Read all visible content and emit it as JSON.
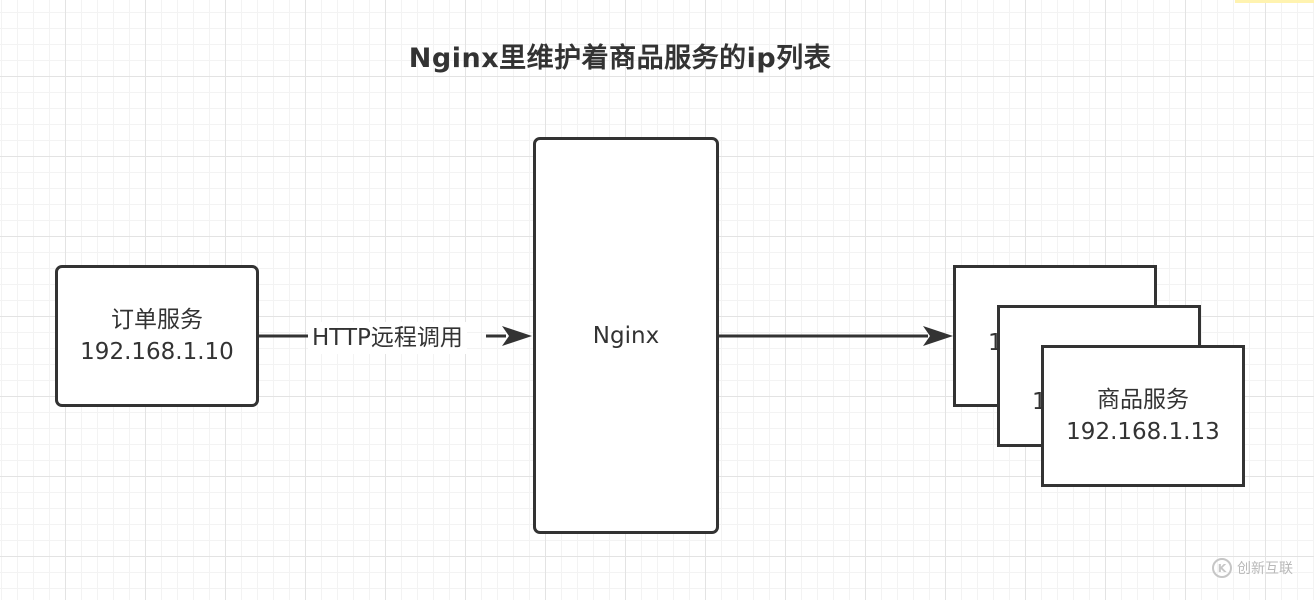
{
  "title": "Nginx里维护着商品服务的ip列表",
  "nodes": {
    "order": {
      "line1": "订单服务",
      "line2": "192.168.1.10"
    },
    "nginx": {
      "label": "Nginx"
    },
    "product_a": {
      "line2_visible": "1"
    },
    "product_b": {
      "line2_visible": "1"
    },
    "product_c": {
      "line1": "商品服务",
      "line2": "192.168.1.13"
    }
  },
  "edges": {
    "order_to_nginx": {
      "label": "HTTP远程调用"
    },
    "nginx_to_products": {
      "label": ""
    }
  },
  "watermark": {
    "text": "创新互联",
    "logo_letter": "K"
  },
  "colors": {
    "stroke": "#333333",
    "grid_major": "#e3e3e3",
    "grid_minor": "#f3f3f3",
    "watermark": "#b9b9b9"
  }
}
